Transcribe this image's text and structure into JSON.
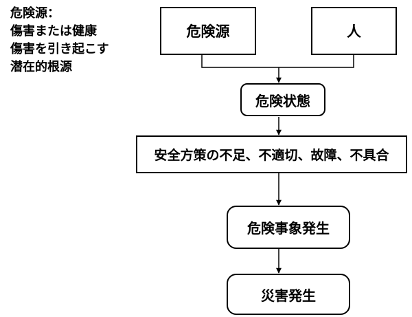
{
  "diagram": {
    "title_hint": "hazard-to-accident flow diagram",
    "annotation": {
      "lines": [
        "危険源：",
        "傷害または健康",
        "傷害を引き起こす",
        "潜在的根源"
      ]
    },
    "nodes": {
      "hazard_source": {
        "label": "危険源",
        "shape": "rectangle"
      },
      "person": {
        "label": "人",
        "shape": "rectangle"
      },
      "hazardous_state": {
        "label": "危険状態",
        "shape": "rounded"
      },
      "safety_failure": {
        "label": "安全方策の不足、不適切、故障、不具合",
        "shape": "rectangle"
      },
      "hazardous_event": {
        "label": "危険事象発生",
        "shape": "rounded"
      },
      "accident": {
        "label": "災害発生",
        "shape": "rounded"
      }
    },
    "flow": [
      [
        "hazard_source",
        "hazardous_state"
      ],
      [
        "person",
        "hazardous_state"
      ],
      [
        "hazardous_state",
        "safety_failure"
      ],
      [
        "safety_failure",
        "hazardous_event"
      ],
      [
        "hazardous_event",
        "accident"
      ]
    ],
    "colors": {
      "stroke": "#000000",
      "text": "#000000",
      "background": "#ffffff"
    }
  }
}
